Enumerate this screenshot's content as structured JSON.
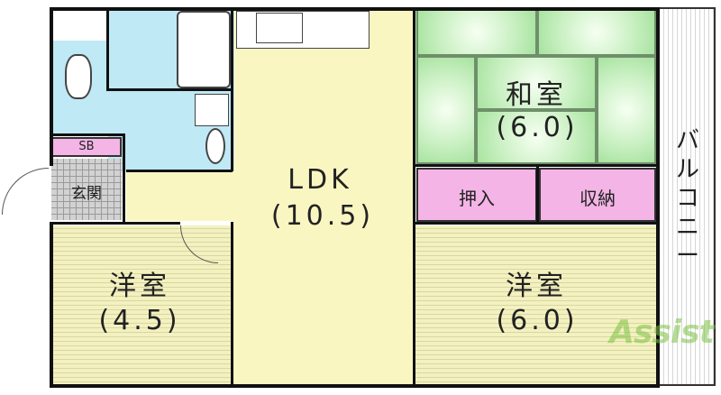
{
  "rooms": {
    "ldk": {
      "name": "LDK",
      "size": "(10.5)"
    },
    "washitsu": {
      "name": "和室",
      "size": "(6.0)"
    },
    "yoshitsu_left": {
      "name": "洋室",
      "size": "(4.5)"
    },
    "yoshitsu_right": {
      "name": "洋室",
      "size": "(6.0)"
    },
    "oshiire": {
      "name": "押入"
    },
    "shuno": {
      "name": "収納"
    },
    "genkan": {
      "name": "玄関"
    },
    "sb": {
      "name": "SB"
    },
    "balcony": {
      "name": "バルコニー"
    }
  },
  "watermark": {
    "text": "Assist"
  },
  "colors": {
    "ldk": "#faf6c2",
    "wet_area": "#bfe9f4",
    "storage": "#f4b4e6",
    "tatami": "#c9f0c2",
    "wall": "#111111",
    "watermark": "#7cc242"
  }
}
